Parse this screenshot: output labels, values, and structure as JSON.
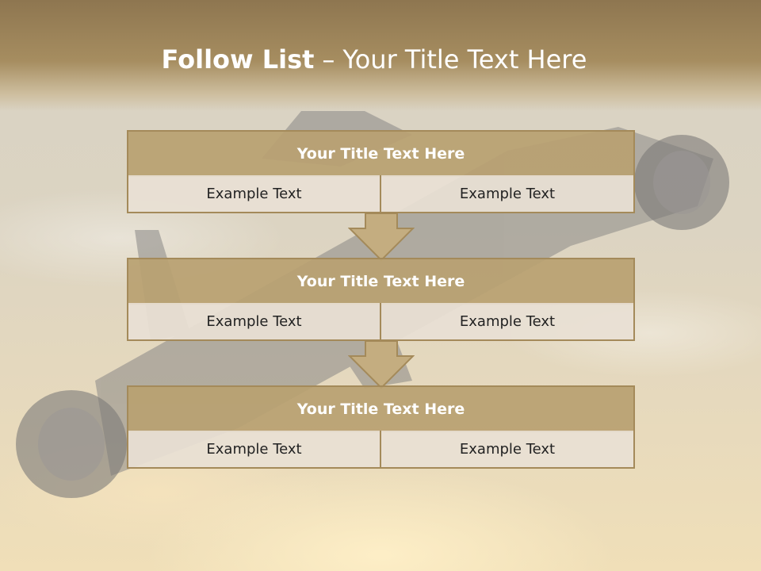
{
  "slide": {
    "title_bold": "Follow List",
    "title_dash": "–",
    "title_rest": "Your Title Text Here"
  },
  "steps": [
    {
      "title": "Your Title Text Here",
      "left": "Example Text",
      "right": "Example Text"
    },
    {
      "title": "Your Title Text Here",
      "left": "Example Text",
      "right": "Example Text"
    },
    {
      "title": "Your Title Text Here",
      "left": "Example Text",
      "right": "Example Text"
    }
  ],
  "colors": {
    "header_fill": "#b9a171",
    "border": "#a48a5a",
    "cell_fill": "#e8e0d4",
    "arrow_fill": "#c4ad80"
  },
  "icons": {
    "connector": "down-arrow-icon",
    "background": "aircraft-silhouette"
  }
}
